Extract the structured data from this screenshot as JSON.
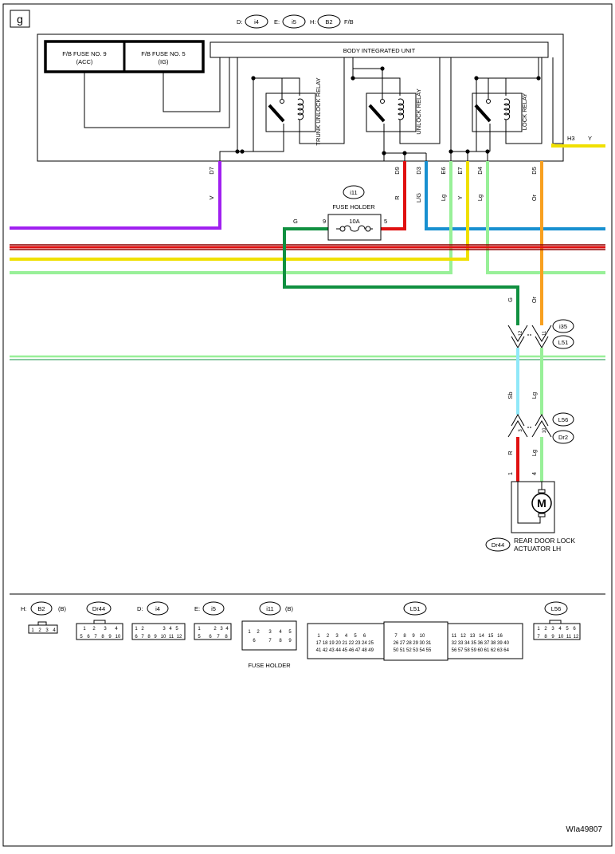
{
  "sheet": {
    "letter": "g",
    "figure_id": "WIa49807"
  },
  "header": {
    "connectors": [
      {
        "prefix": "D:",
        "code": "i4"
      },
      {
        "prefix": "E:",
        "code": "i5"
      },
      {
        "prefix": "H:",
        "code": "B2"
      }
    ],
    "suffix": "F/B"
  },
  "fuses": {
    "fuse9": {
      "line1": "F/B FUSE NO. 9",
      "line2": "(ACC)"
    },
    "fuse5": {
      "line1": "F/B FUSE NO. 5",
      "line2": "(IG)"
    }
  },
  "biu": {
    "title": "BODY INTEGRATED UNIT",
    "relays": [
      "TRUNK UNLOCK RELAY",
      "UNLOCK RELAY",
      "LOCK RELAY"
    ]
  },
  "pins": {
    "D7": "D7",
    "D9": "D9",
    "D3": "D3",
    "E6": "E6",
    "E7": "E7",
    "D4": "D4",
    "D5": "D5",
    "H3": "H3"
  },
  "wire_colors": {
    "V": "V",
    "R": "R",
    "LG": "L/G",
    "Lg": "Lg",
    "Y": "Y",
    "Or": "Or",
    "G": "G",
    "Sb": "Sb"
  },
  "fuse_holder": {
    "code": "i11",
    "label": "FUSE HOLDER",
    "rating": "10A",
    "pin_in": "9",
    "pin_out": "5"
  },
  "inline_connectors": {
    "upper": {
      "codes": [
        "i35",
        "L51"
      ],
      "pins": [
        "12",
        "11"
      ]
    },
    "lower": {
      "codes": [
        "L56",
        "Dr2"
      ],
      "pins": [
        "3",
        "10"
      ]
    }
  },
  "actuator": {
    "code": "Dr44",
    "line1": "REAR DOOR LOCK",
    "line2": "ACTUATOR LH",
    "pin_r": "1",
    "pin_lg": "4",
    "motor": "M"
  },
  "connector_views": {
    "b2": {
      "prefix": "H:",
      "code": "B2",
      "tag": "(B)",
      "pins": [
        "1",
        "2",
        "3",
        "4"
      ]
    },
    "dr44": {
      "code": "Dr44",
      "pins": [
        "1",
        "2",
        "3",
        "4",
        "5",
        "6",
        "7",
        "8",
        "9",
        "10"
      ]
    },
    "i4": {
      "prefix": "D:",
      "code": "i4",
      "pins": [
        "1",
        "2",
        "3",
        "4",
        "5",
        "6",
        "7",
        "8",
        "9",
        "10",
        "11",
        "12"
      ]
    },
    "i5": {
      "prefix": "E:",
      "code": "i5",
      "pins": [
        "1",
        "2",
        "3",
        "4",
        "5",
        "6",
        "7",
        "8"
      ]
    },
    "i11": {
      "code": "i11",
      "tag": "(B)",
      "label": "FUSE HOLDER",
      "pins": [
        "1",
        "2",
        "3",
        "4",
        "5",
        "6",
        "7",
        "8",
        "9"
      ]
    },
    "l51": {
      "code": "L51",
      "pins": [
        "1",
        "2",
        "3",
        "4",
        "5",
        "6",
        "7",
        "8",
        "9",
        "10",
        "11",
        "12",
        "13",
        "14",
        "15",
        "16",
        "17",
        "18",
        "19",
        "20",
        "21",
        "22",
        "23",
        "24",
        "25",
        "26",
        "27",
        "28",
        "29",
        "30",
        "31",
        "32",
        "33",
        "34",
        "35",
        "36",
        "37",
        "38",
        "39",
        "40",
        "41",
        "42",
        "43",
        "44",
        "45",
        "46",
        "47",
        "48",
        "49",
        "50",
        "51",
        "52",
        "53",
        "54",
        "55",
        "56",
        "57",
        "58",
        "59",
        "60",
        "61",
        "62",
        "63",
        "64"
      ]
    },
    "l56": {
      "code": "L56",
      "pins": [
        "1",
        "2",
        "3",
        "4",
        "5",
        "6",
        "7",
        "8",
        "9",
        "10",
        "11",
        "12"
      ]
    }
  },
  "colors": {
    "violet": "#a020f0",
    "red": "#e01010",
    "dark_red": "#8b0000",
    "yellow": "#f0e000",
    "light_green": "#98f098",
    "green": "#109040",
    "blue": "#1890d0",
    "orange": "#f8a020",
    "sky_blue": "#90e8f8"
  }
}
